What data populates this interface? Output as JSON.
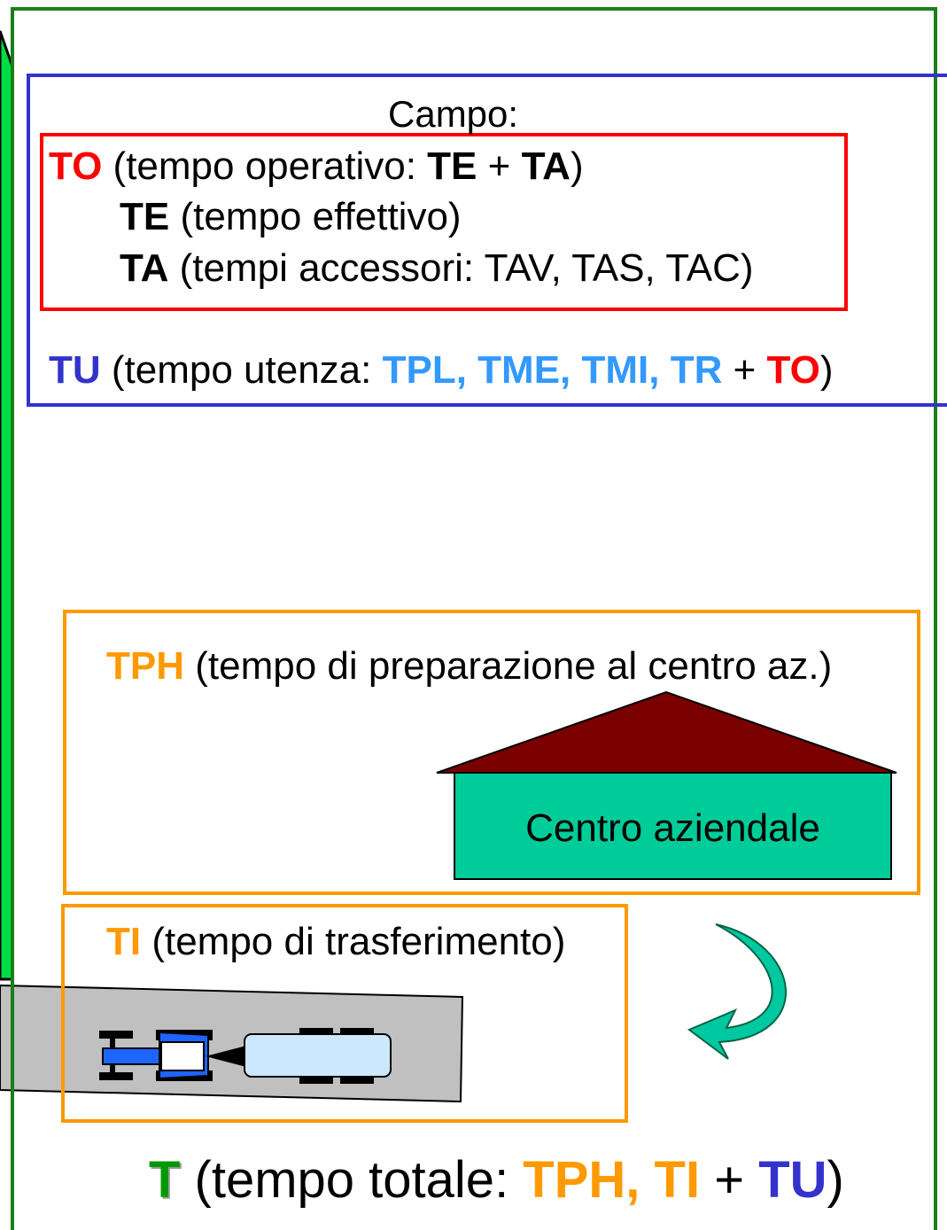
{
  "campo": {
    "title": "Campo:",
    "to_line": {
      "abbr": "TO",
      "text1": " (tempo operativo: ",
      "te": "TE",
      "plus": " + ",
      "ta": "TA",
      "close": ")"
    },
    "te_line": {
      "abbr": "TE",
      "text": " (tempo effettivo)"
    },
    "ta_line": {
      "abbr": "TA",
      "text": " (tempi accessori: TAV, TAS, TAC)"
    },
    "tu_line": {
      "abbr": "TU",
      "text1": " (tempo utenza: ",
      "parts": "TPL, TME, TMI, TR",
      "plus": " + ",
      "to": "TO",
      "close": ")"
    }
  },
  "tph": {
    "abbr": "TPH",
    "text": " (tempo di preparazione al centro az.)"
  },
  "building": {
    "label": "Centro aziendale",
    "wall_color": "#00cc99",
    "roof_color": "#7a0000"
  },
  "ti": {
    "abbr": "TI",
    "text": " (tempo di trasferimento)"
  },
  "total": {
    "abbr": "T",
    "text1": " (tempo totale: ",
    "parts": "TPH, TI",
    "plus": " + ",
    "tu": "TU",
    "close": ")"
  },
  "colors": {
    "to": "#ff0000",
    "tu": "#3333cc",
    "tu_parts": "#3399ff",
    "tph": "#ff9900",
    "total": "#009900",
    "frame": "#1a7f1a",
    "arrow": "#00a080"
  }
}
